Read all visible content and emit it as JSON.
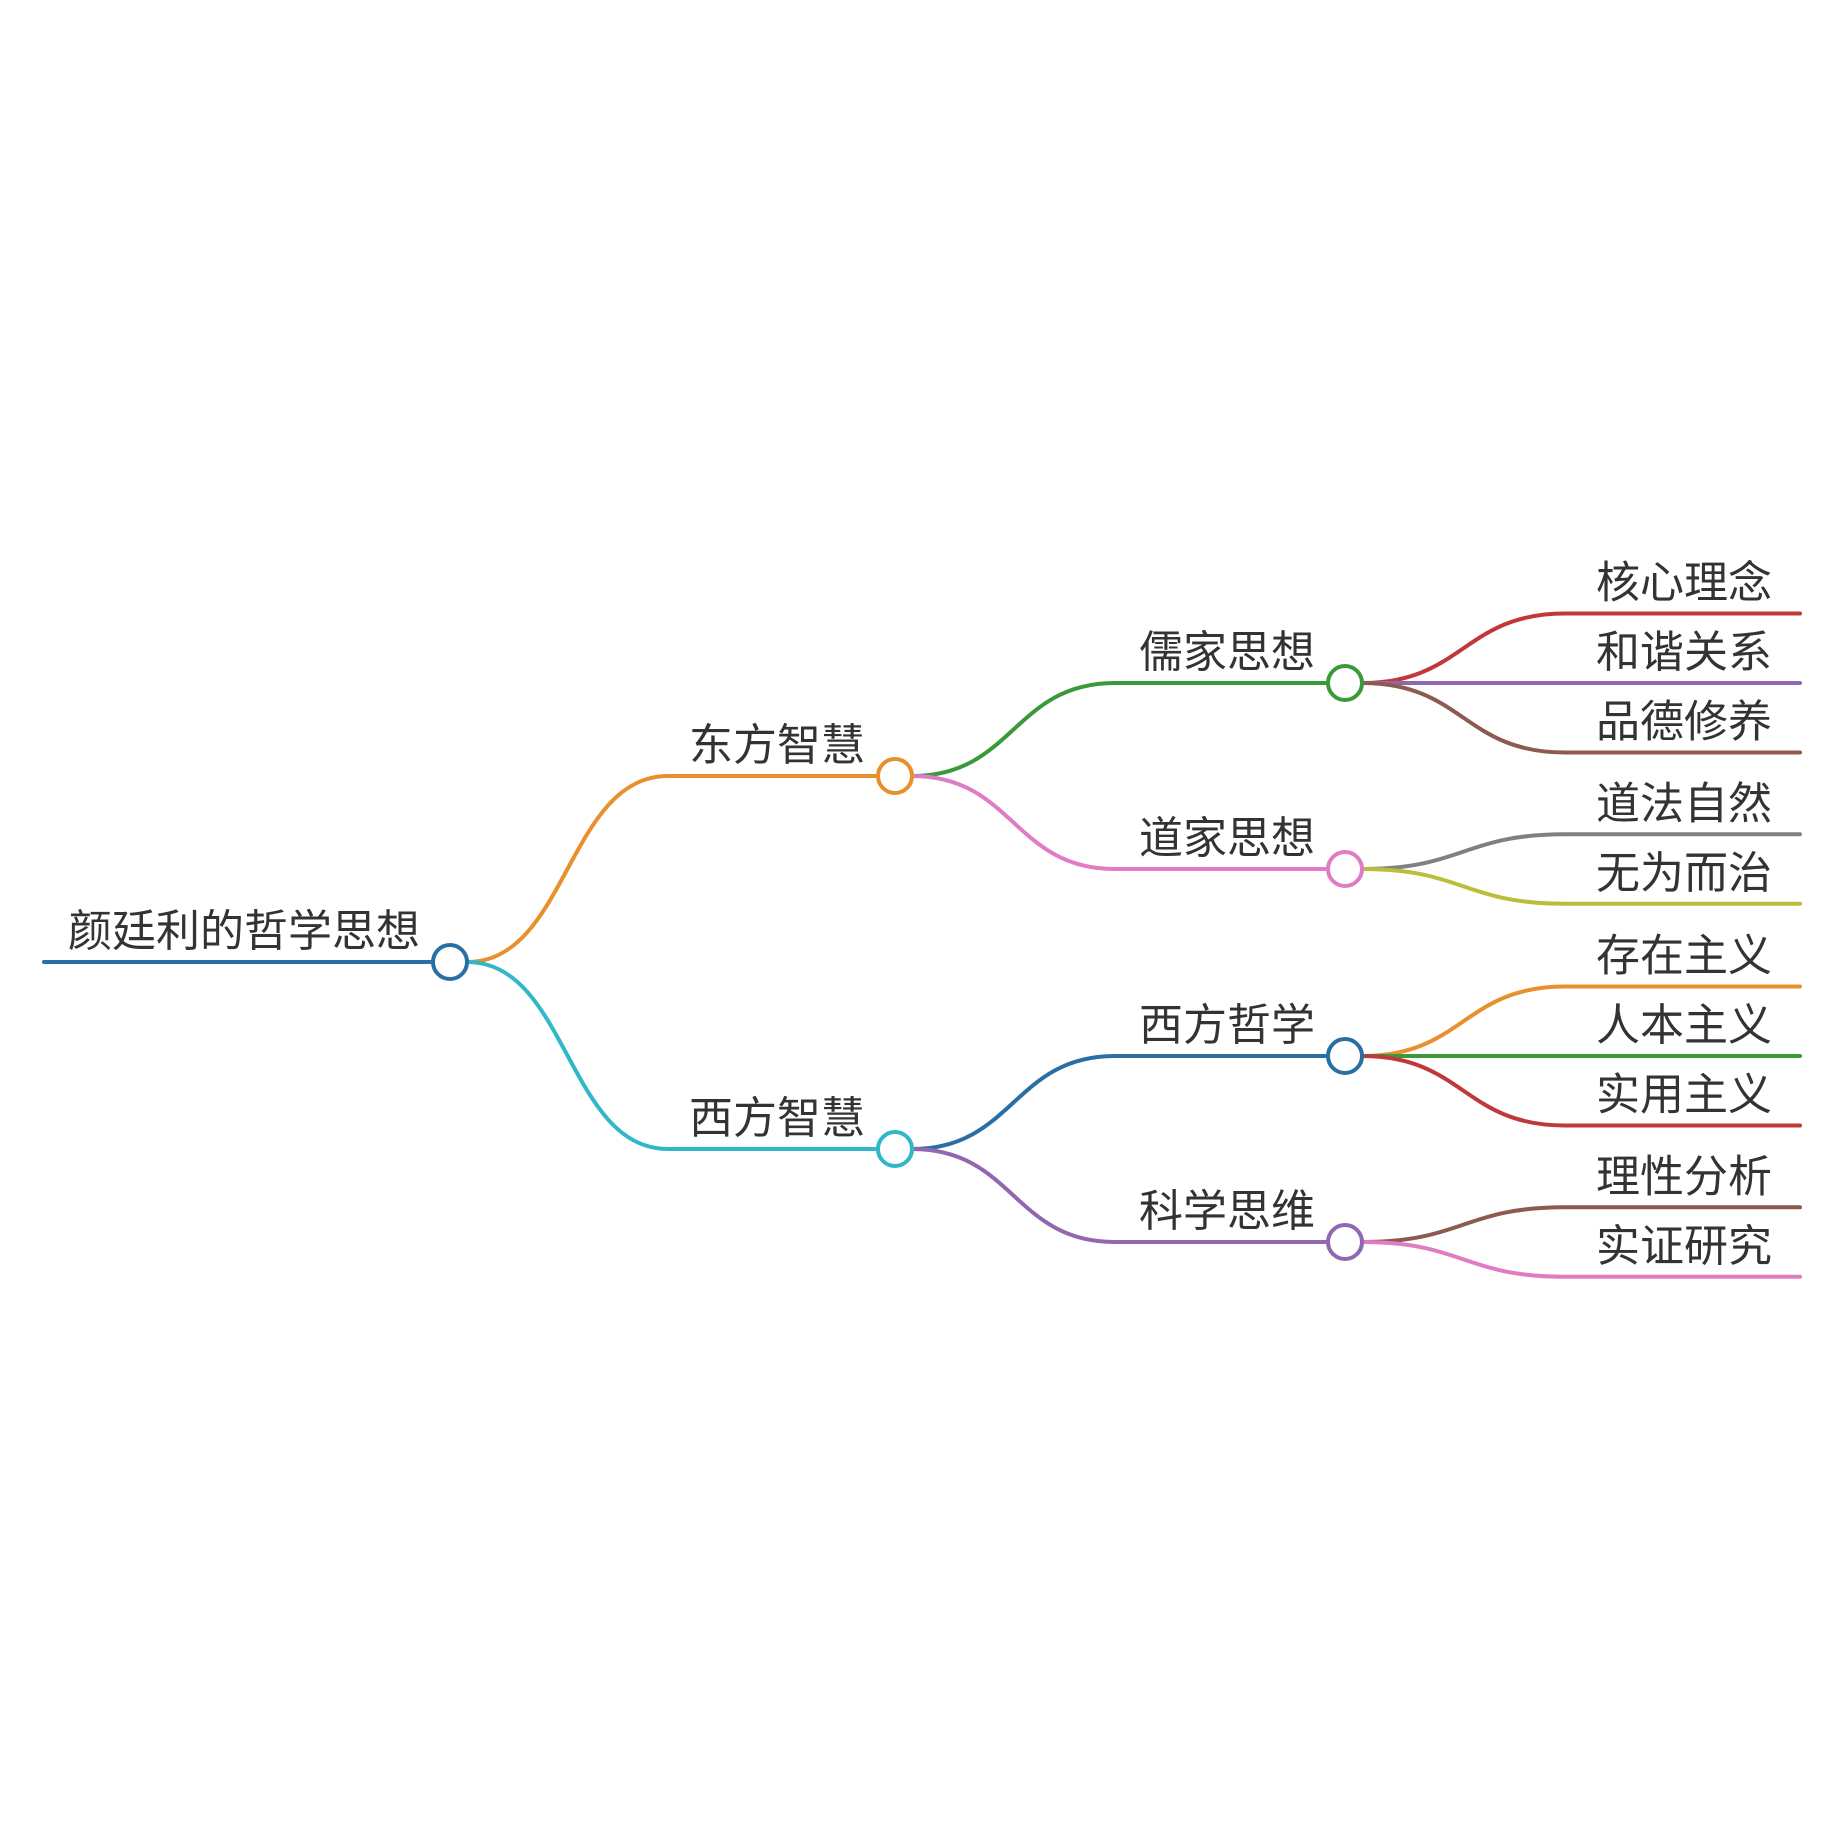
{
  "diagram": {
    "type": "mindmap",
    "root": {
      "label": "颜廷利的哲学思想",
      "color": "#2a6fa4",
      "children": [
        {
          "label": "东方智慧",
          "color": "#e8902e",
          "children": [
            {
              "label": "儒家思想",
              "color": "#3a9a3a",
              "children": [
                {
                  "label": "核心理念",
                  "color": "#c0383a"
                },
                {
                  "label": "和谐关系",
                  "color": "#9067b0"
                },
                {
                  "label": "品德修养",
                  "color": "#8c5a4e"
                }
              ]
            },
            {
              "label": "道家思想",
              "color": "#e07cc3",
              "children": [
                {
                  "label": "道法自然",
                  "color": "#808080"
                },
                {
                  "label": "无为而治",
                  "color": "#bcbd3a"
                }
              ]
            }
          ]
        },
        {
          "label": "西方智慧",
          "color": "#30b8c8",
          "children": [
            {
              "label": "西方哲学",
              "color": "#2a6fa4",
              "children": [
                {
                  "label": "存在主义",
                  "color": "#e8902e"
                },
                {
                  "label": "人本主义",
                  "color": "#3a9a3a"
                },
                {
                  "label": "实用主义",
                  "color": "#c0383a"
                }
              ]
            },
            {
              "label": "科学思维",
              "color": "#9067b0",
              "children": [
                {
                  "label": "理性分析",
                  "color": "#8c5a4e"
                },
                {
                  "label": "实证研究",
                  "color": "#e07cc3"
                }
              ]
            }
          ]
        }
      ]
    }
  }
}
